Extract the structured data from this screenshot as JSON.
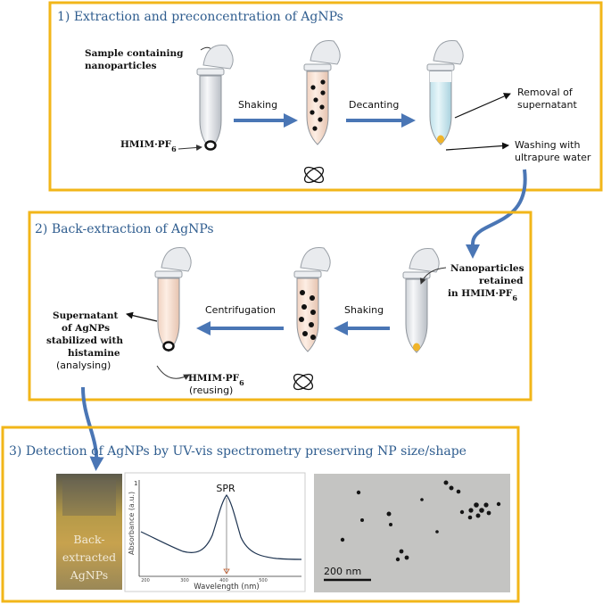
{
  "section1": {
    "title": "1) Extraction and preconcentration of AgNPs",
    "sample_label": [
      "Sample containing",
      "nanoparticles"
    ],
    "ionic_liquid": "HMIM·PF",
    "ionic_liquid_sub": "6",
    "step1": "Shaking",
    "step2": "Decanting",
    "removal": [
      "Removal of",
      "supernatant"
    ],
    "washing": [
      "Washing with",
      "ultrapure water"
    ]
  },
  "section2": {
    "title": "2) Back-extraction of AgNPs",
    "retained": [
      "Nanoparticles",
      "retained"
    ],
    "retained_il": "in HMIM·PF",
    "retained_il_sub": "6",
    "step1": "Shaking",
    "step2": "Centrifugation",
    "supernatant": [
      "Supernatant",
      "of AgNPs",
      "stabilized with",
      "histamine"
    ],
    "analysing": "(analysing)",
    "reuse_il": "HMIM·PF",
    "reuse_il_sub": "6",
    "reusing": "(reusing)"
  },
  "section3": {
    "title": "3) Detection  of AgNPs by UV-vis spectrometry preserving NP size/shape",
    "photo_label": [
      "Back-",
      "extracted",
      "AgNPs"
    ],
    "spectrum": {
      "peak_label": "SPR",
      "ylabel": "Absorbance (a.u.)",
      "ytick_top": "1",
      "xlabel": "Wavelength (nm)",
      "xticks": [
        "200",
        "300",
        "400",
        "500"
      ]
    },
    "tem_scale": "200 nm"
  },
  "colors": {
    "frame": "#f2b619",
    "arrow": "#4a76b5",
    "title": "#2f5d8f"
  }
}
